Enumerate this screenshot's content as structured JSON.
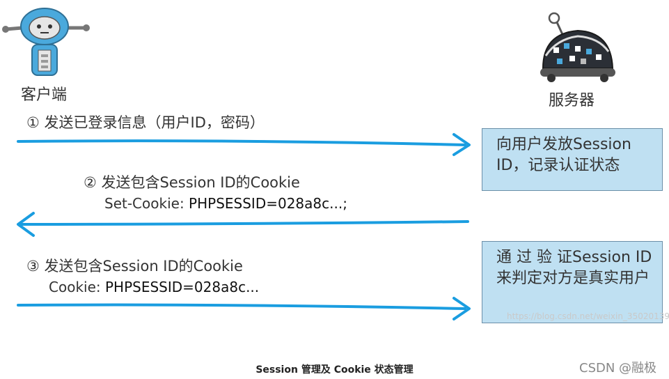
{
  "client": {
    "label": "客户端",
    "icon": "robot-icon"
  },
  "server": {
    "label": "服务器",
    "icon": "server-robot-icon"
  },
  "steps": [
    {
      "line1": "① 发送已登录信息（用户ID，密码）"
    },
    {
      "line1": "② 发送包含Session ID的Cookie",
      "line2_prefix": "Set-Cookie: ",
      "line2_value": "PHPSESSID=028a8c...;"
    },
    {
      "line1": "③ 发送包含Session ID的Cookie",
      "line2_prefix": "Cookie: ",
      "line2_value": "PHPSESSID=028a8c..."
    }
  ],
  "boxes": [
    {
      "text": "向用户发放Session ID，记录认证状态"
    },
    {
      "text": "通 过 验 证Session ID来判定对方是真实用户"
    }
  ],
  "caption": "Session 管理及 Cookie 状态管理",
  "watermark": "https://blog.csdn.net/weixin_35020139",
  "brand": "CSDN @融极",
  "colors": {
    "arrow": "#1a9de0",
    "box_fill": "#bfe0f2",
    "box_border": "#6b8fa8",
    "robot": "#4aa9dc"
  }
}
